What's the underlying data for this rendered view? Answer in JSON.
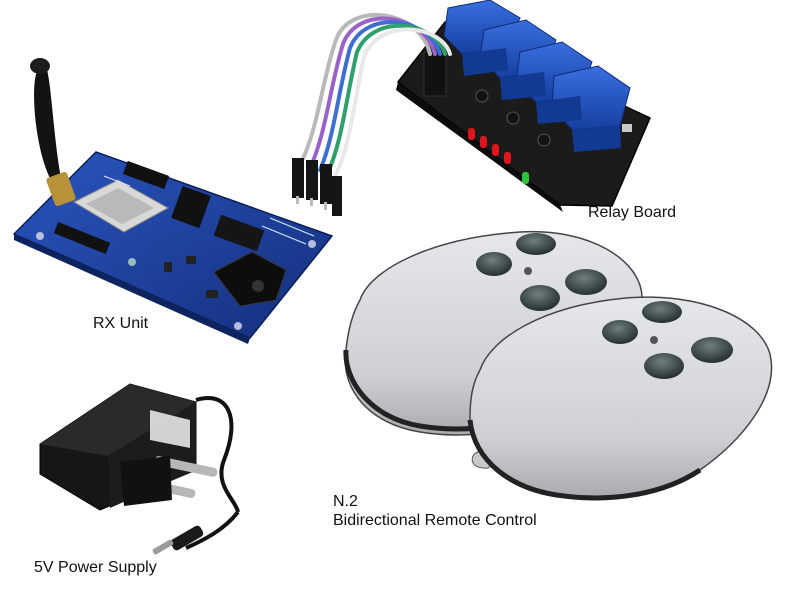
{
  "labels": {
    "relay_board": "Relay Board",
    "rx_unit": "RX Unit",
    "remote_count": "N.2",
    "remote_control": "Bidirectional Remote Control",
    "power_supply": "5V Power Supply"
  },
  "colors": {
    "background": "#ffffff",
    "pcb_black": "#1b1b1b",
    "pcb_blue": "#1c3f9a",
    "relay_blue": "#1f54c8",
    "remote_body": "#d9dadd",
    "remote_buttons": "#2f3a3c",
    "adapter_black": "#161616",
    "led_red": "#e0141c",
    "led_green": "#2bc43a"
  },
  "icons": {
    "relay_board": "relay-board-photo",
    "rx_unit": "rx-receiver-board-photo",
    "remotes": "remote-control-photo",
    "power_supply": "power-adapter-photo"
  }
}
